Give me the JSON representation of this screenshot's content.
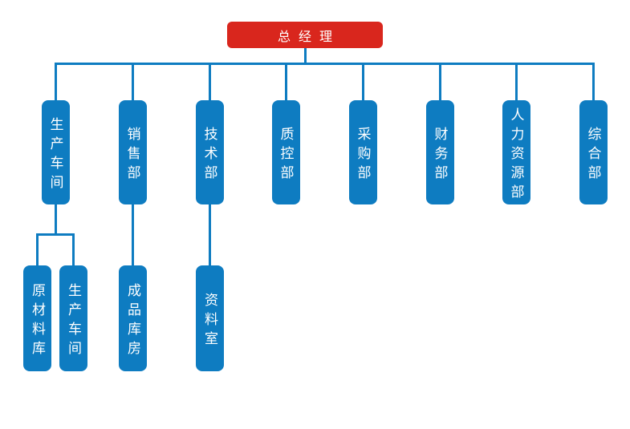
{
  "org_chart": {
    "title": "organization-chart",
    "background": "#ffffff",
    "colors": {
      "root_fill": "#d9261d",
      "dept_fill": "#0e7cc1",
      "connector": "#0e7cc1",
      "label_text": "#ffffff"
    },
    "root": {
      "label": "总经理"
    },
    "departments": [
      {
        "label": "生产车间"
      },
      {
        "label": "销售部"
      },
      {
        "label": "技术部"
      },
      {
        "label": "质控部"
      },
      {
        "label": "采购部"
      },
      {
        "label": "财务部"
      },
      {
        "label": "人力资源部"
      },
      {
        "label": "综合部"
      }
    ],
    "sub_units": [
      {
        "label": "原材料库",
        "parent": "生产车间"
      },
      {
        "label": "生产车间",
        "parent": "生产车间"
      },
      {
        "label": "成品库房",
        "parent": "销售部"
      },
      {
        "label": "资料室",
        "parent": "技术部"
      }
    ]
  }
}
